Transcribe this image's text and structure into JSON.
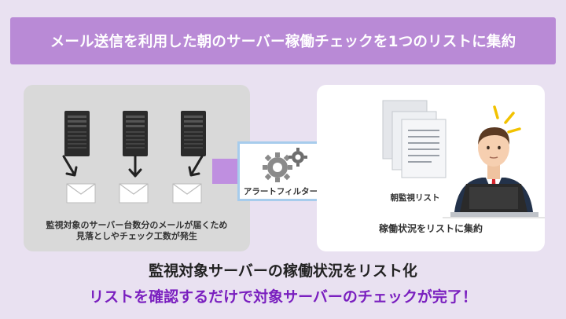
{
  "title": "メール送信を利用した朝のサーバー稼働チェックを1つのリストに集約",
  "left_panel": {
    "servers": [
      "server-icon",
      "server-icon",
      "server-icon"
    ],
    "caption_line1": "監視対象のサーバー台数分のメールが届くため",
    "caption_line2": "見落としやチェック工数が発生"
  },
  "filter": {
    "label": "アラートフィルター",
    "icon": "gears-icon"
  },
  "right_panel": {
    "doc_label": "朝監視リスト",
    "caption": "稼働状況をリストに集約"
  },
  "headline": "監視対象サーバーの稼働状況をリスト化",
  "subheadline": "リストを確認するだけで対象サーバーのチェックが完了！",
  "colors": {
    "background": "#e9e1f1",
    "title_bar": "#b98ad6",
    "arrow": "#bf8fe0",
    "accent_text": "#7a1fbf",
    "filter_border": "#a7ccec"
  }
}
